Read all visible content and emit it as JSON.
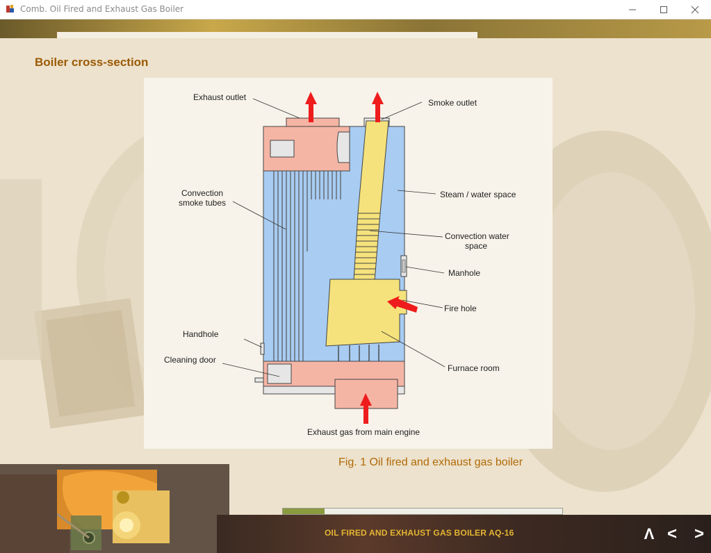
{
  "window": {
    "title": "Comb. Oil Fired and Exhaust Gas Boiler"
  },
  "page": {
    "title": "Boiler cross-section",
    "caption": "Fig. 1 Oil fired and exhaust  gas boiler"
  },
  "diagram": {
    "labels": {
      "exhaust_outlet": "Exhaust outlet",
      "smoke_outlet": "Smoke outlet",
      "convection_smoke_tubes_1": "Convection",
      "convection_smoke_tubes_2": "smoke tubes",
      "steam_water_space": "Steam / water space",
      "convection_water_space_1": "Convection water",
      "convection_water_space_2": "space",
      "manhole": "Manhole",
      "fire_hole": "Fire hole",
      "handhole": "Handhole",
      "cleaning_door": "Cleaning door",
      "furnace_room": "Furnace room",
      "exhaust_gas_inlet": "Exhaust gas from main engine"
    },
    "colors": {
      "water": "#a8ccf2",
      "exhaust_chamber": "#f5b5a5",
      "furnace": "#f5e27c",
      "flow_arrow": "#ee1c1c"
    }
  },
  "footer": {
    "title": "OIL FIRED AND EXHAUST  GAS BOILER  AQ-16",
    "progress": 0.15,
    "up_label": "Λ",
    "prev_label": "<",
    "next_label": ">"
  }
}
